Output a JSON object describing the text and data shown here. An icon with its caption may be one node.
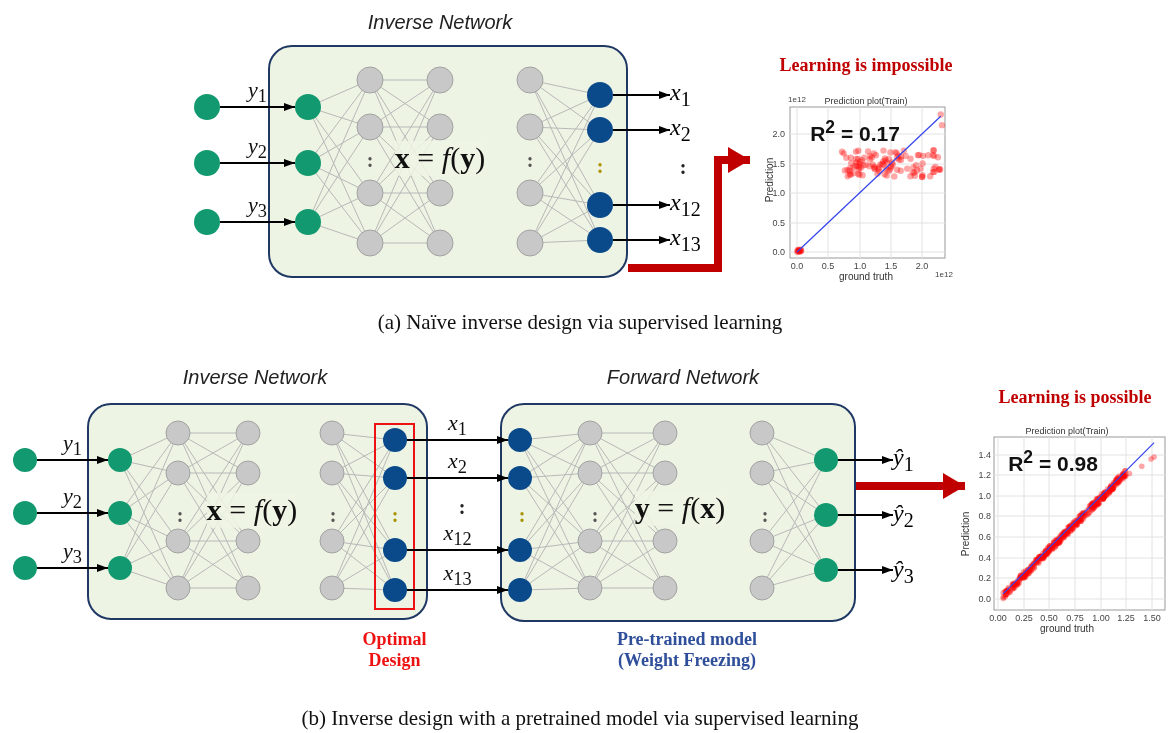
{
  "diagram": {
    "nodes": [
      {
        "text": [],
        "shape": "circle"
      },
      {
        "text": [],
        "shape": "circle"
      },
      {
        "text": [],
        "shape": "circle"
      },
      {
        "text": [
          "Inverse Network",
          "**x** = *f*(**y**)"
        ]
      },
      {
        "text": [],
        "shape": "circle",
        "in": 3
      },
      {
        "text": [],
        "shape": "circle",
        "in": 3
      },
      {
        "text": [],
        "shape": "circle",
        "in": 3
      },
      {
        "text": [],
        "shape": "circle",
        "in": 3
      },
      {
        "text": [],
        "shape": "circle",
        "in": 3
      },
      {
        "text": [],
        "shape": "circle",
        "in": 3
      },
      {
        "text": [],
        "shape": "circle",
        "in": 3
      },
      {
        "text": [
          "*x*$_{1}$"
        ]
      },
      {
        "text": [
          "*x*$_{2}$"
        ]
      },
      {
        "text": [
          "*x*$_{12}$"
        ]
      },
      {
        "text": [
          "*x*$_{13}$"
        ]
      },
      {
        "text": [
          "Learning is impossible",
          "Prediction plot(Train)",
          "R$^{2}$ = 0.17",
          "1e12",
          "2.0",
          "1.5",
          "1.0",
          "0.5",
          "0.0",
          "Prediction",
          "0.0",
          "0.5",
          "1.0",
          "1.5",
          "2.0",
          "ground truth",
          "1e12"
        ]
      },
      {
        "text": [],
        "shape": "circle"
      },
      {
        "text": [],
        "shape": "circle"
      },
      {
        "text": [],
        "shape": "circle"
      },
      {
        "text": [
          "Inverse Network",
          "**x** = *f*(**y**)"
        ]
      },
      {
        "text": [],
        "shape": "circle",
        "in": 19
      },
      {
        "text": [],
        "shape": "circle",
        "in": 19
      },
      {
        "text": [],
        "shape": "circle",
        "in": 19
      },
      {
        "text": [
          "Optimal Design"
        ],
        "in": 19
      },
      {
        "text": [],
        "shape": "circle",
        "in": 23
      },
      {
        "text": [],
        "shape": "circle",
        "in": 23
      },
      {
        "text": [],
        "shape": "circle",
        "in": 23
      },
      {
        "text": [],
        "shape": "circle",
        "in": 23
      },
      {
        "text": [
          "Forward Network",
          "**y** = *f*(**x**)"
        ],
        "beside": [
          "Pre-trained model (Weight Freezing)"
        ]
      },
      {
        "text": [],
        "shape": "circle",
        "in": 28
      },
      {
        "text": [],
        "shape": "circle",
        "in": 28
      },
      {
        "text": [],
        "shape": "circle",
        "in": 28
      },
      {
        "text": [],
        "shape": "circle",
        "in": 28
      },
      {
        "text": [],
        "shape": "circle",
        "in": 28
      },
      {
        "text": [],
        "shape": "circle",
        "in": 28
      },
      {
        "text": [],
        "shape": "circle",
        "in": 28
      },
      {
        "text": [
          "*ŷ*$_{1}$"
        ]
      },
      {
        "text": [
          "*ŷ*$_{2}$"
        ]
      },
      {
        "text": [
          "*ŷ*$_{3}$"
        ]
      },
      {
        "text": [
          "Learning is possible",
          "Prediction plot(Train)",
          "R$^{2}$ = 0.98",
          "1.4",
          "1.2",
          "1.0",
          "0.8",
          "0.6",
          "0.4",
          "0.2",
          "0.0",
          "Prediction",
          "0.00",
          "0.25",
          "0.50",
          "0.75",
          "1.00",
          "1.25",
          "1.50",
          "ground truth"
        ]
      }
    ],
    "edges": [
      {
        "from": 0,
        "to": 4,
        "arrow": "to",
        "label": "*y*$_{1}$"
      },
      {
        "from": 1,
        "to": 5,
        "arrow": "to",
        "label": "*y*$_{2}$"
      },
      {
        "from": 2,
        "to": 6,
        "arrow": "to",
        "label": "*y*$_{3}$"
      },
      {
        "from": 7,
        "to": 11,
        "arrow": "to"
      },
      {
        "from": 8,
        "to": 12,
        "arrow": "to"
      },
      {
        "from": 9,
        "to": 13,
        "arrow": "to"
      },
      {
        "from": 10,
        "to": 14,
        "arrow": "to"
      },
      {
        "from": 3,
        "to": 15,
        "arrow": "to",
        "style": "thick",
        "color": "#c00000"
      },
      {
        "from": 16,
        "to": 20,
        "arrow": "to",
        "label": "*y*$_{1}$"
      },
      {
        "from": 17,
        "to": 21,
        "arrow": "to",
        "label": "*y*$_{2}$"
      },
      {
        "from": 18,
        "to": 22,
        "arrow": "to",
        "label": "*y*$_{3}$"
      },
      {
        "from": 24,
        "to": 29,
        "arrow": "to",
        "label": "*x*$_{1}$"
      },
      {
        "from": 25,
        "to": 30,
        "arrow": "to",
        "label": "*x*$_{2}$"
      },
      {
        "from": 26,
        "to": 31,
        "arrow": "to",
        "label": "*x*$_{12}$"
      },
      {
        "from": 27,
        "to": 32,
        "arrow": "to",
        "label": "*x*$_{13}$"
      },
      {
        "from": 33,
        "to": 36,
        "arrow": "to"
      },
      {
        "from": 34,
        "to": 37,
        "arrow": "to"
      },
      {
        "from": 35,
        "to": 38,
        "arrow": "to"
      },
      {
        "from": 28,
        "to": 39,
        "arrow": "to",
        "style": "thick",
        "color": "#c00000"
      }
    ],
    "labels": [
      ":",
      ":",
      ":",
      ":",
      "(a) Naïve inverse design via supervised learning",
      ":",
      ":",
      ":",
      ":",
      ":",
      ":",
      ":",
      "(b) Inverse design with a pretrained model via supervised learning"
    ]
  }
}
